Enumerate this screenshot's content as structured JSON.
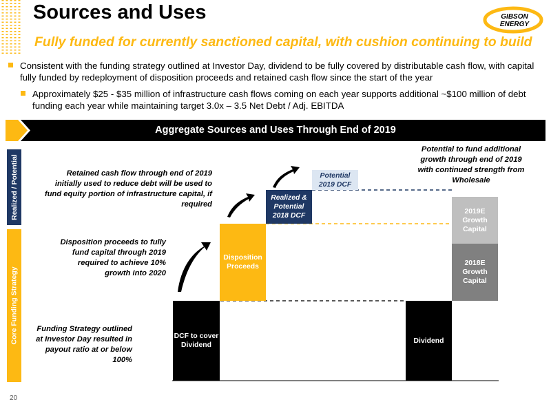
{
  "header": {
    "title": "Sources and Uses",
    "subtitle": "Fully funded for currently sanctioned capital, with cushion continuing to build",
    "logo_text_line1": "GIBSON",
    "logo_text_line2": "ENERGY"
  },
  "bullets": [
    {
      "text": "Consistent with the funding strategy outlined at Investor Day, dividend to be fully covered by distributable cash flow, with capital fully funded by redeployment of disposition proceeds and retained cash flow since the start of the year"
    },
    {
      "text": "Approximately $25 - $35 million of infrastructure cash flows coming on each year supports additional ~$100 million of debt funding each year while maintaining target 3.0x – 3.5 Net Debt / Adj. EBITDA"
    }
  ],
  "diagram": {
    "banner": "Aggregate Sources and Uses Through End of 2019",
    "side_labels": {
      "realized": "Realized / Potential",
      "core": "Core Funding Strategy"
    },
    "notes": {
      "retained": "Retained cash flow through end of 2019 initially used to reduce debt will be used to fund equity portion of infrastructure capital, if required",
      "disposition": "Disposition proceeds to fully fund capital through 2019 required to achieve 10% growth into 2020",
      "funding": "Funding Strategy outlined at Investor Day resulted in payout ratio at or below 100%",
      "potential": "Potential to fund additional growth through end of 2019 with continued strength from Wholesale"
    },
    "boxes": {
      "dcf": "DCF to cover Dividend",
      "disposition": "Disposition Proceeds",
      "realized_dcf": "Realized & Potential 2018 DCF",
      "potential_dcf": "Potential 2019 DCF",
      "dividend": "Dividend",
      "growth_2018": "2018E Growth Capital",
      "growth_2019": "2019E Growth Capital"
    }
  },
  "colors": {
    "accent": "#FDB913",
    "navy": "#1F3864",
    "black": "#000000",
    "grey_dark": "#808080",
    "grey_light": "#BFBFBF"
  },
  "footer": {
    "page_number": "20"
  }
}
